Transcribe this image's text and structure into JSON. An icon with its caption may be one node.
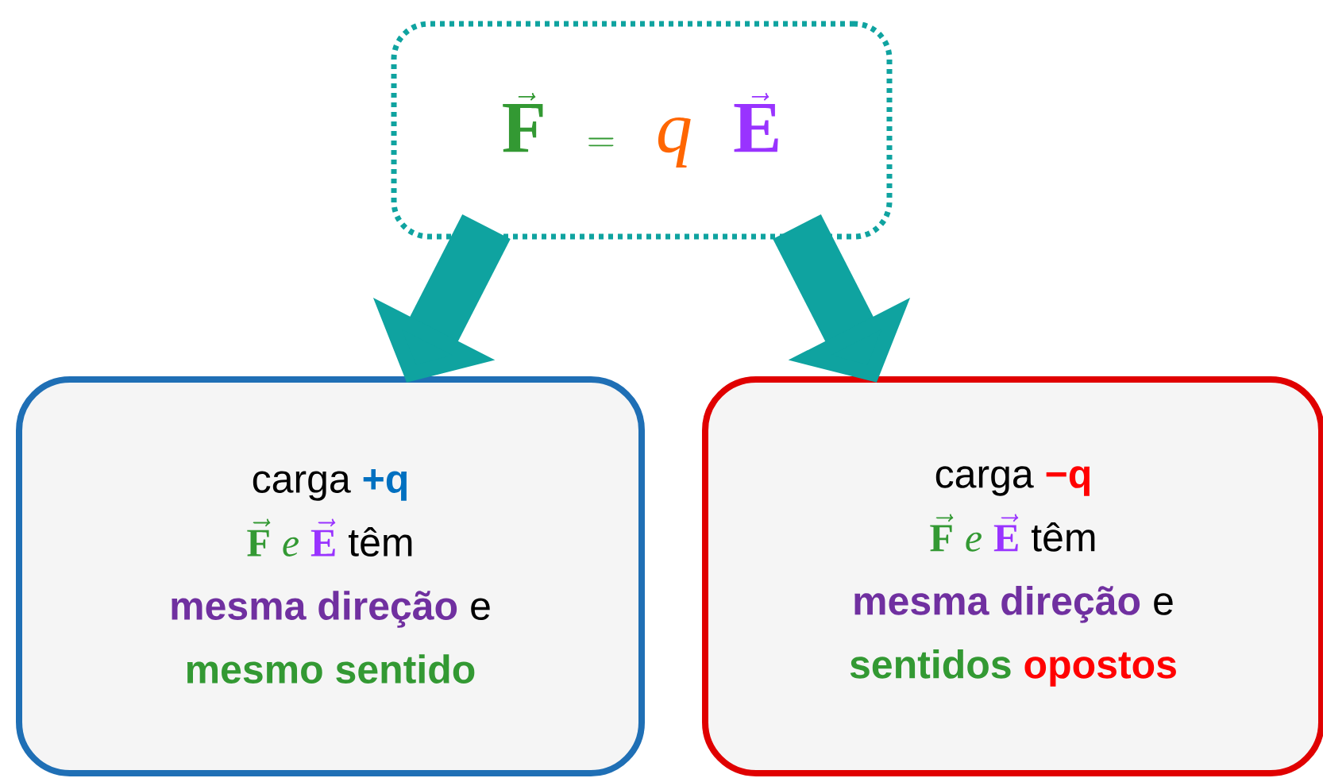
{
  "diagram": {
    "nodes": [
      {
        "text": [
          "\\vec{\\mathbf{F}}",
          "=",
          "\\mathit{q}",
          "\\vec{\\mathbf{E}}"
        ]
      },
      {
        "text": [
          "carga",
          "+q",
          "\\vec{\\mathbf{F}}",
          "\\mathit{e}",
          "\\vec{\\mathbf{E}}",
          "têm",
          "mesma direção",
          "e",
          "mesmo sentido"
        ]
      },
      {
        "text": [
          "carga",
          "−q",
          "\\vec{\\mathbf{F}}",
          "\\mathit{e}",
          "\\vec{\\mathbf{E}}",
          "têm",
          "mesma direção",
          "e",
          "sentidos",
          "opostos"
        ]
      }
    ],
    "edges": [
      {
        "from": 0,
        "to": 1,
        "arrow": "to"
      },
      {
        "from": 0,
        "to": 2,
        "arrow": "to"
      }
    ]
  }
}
